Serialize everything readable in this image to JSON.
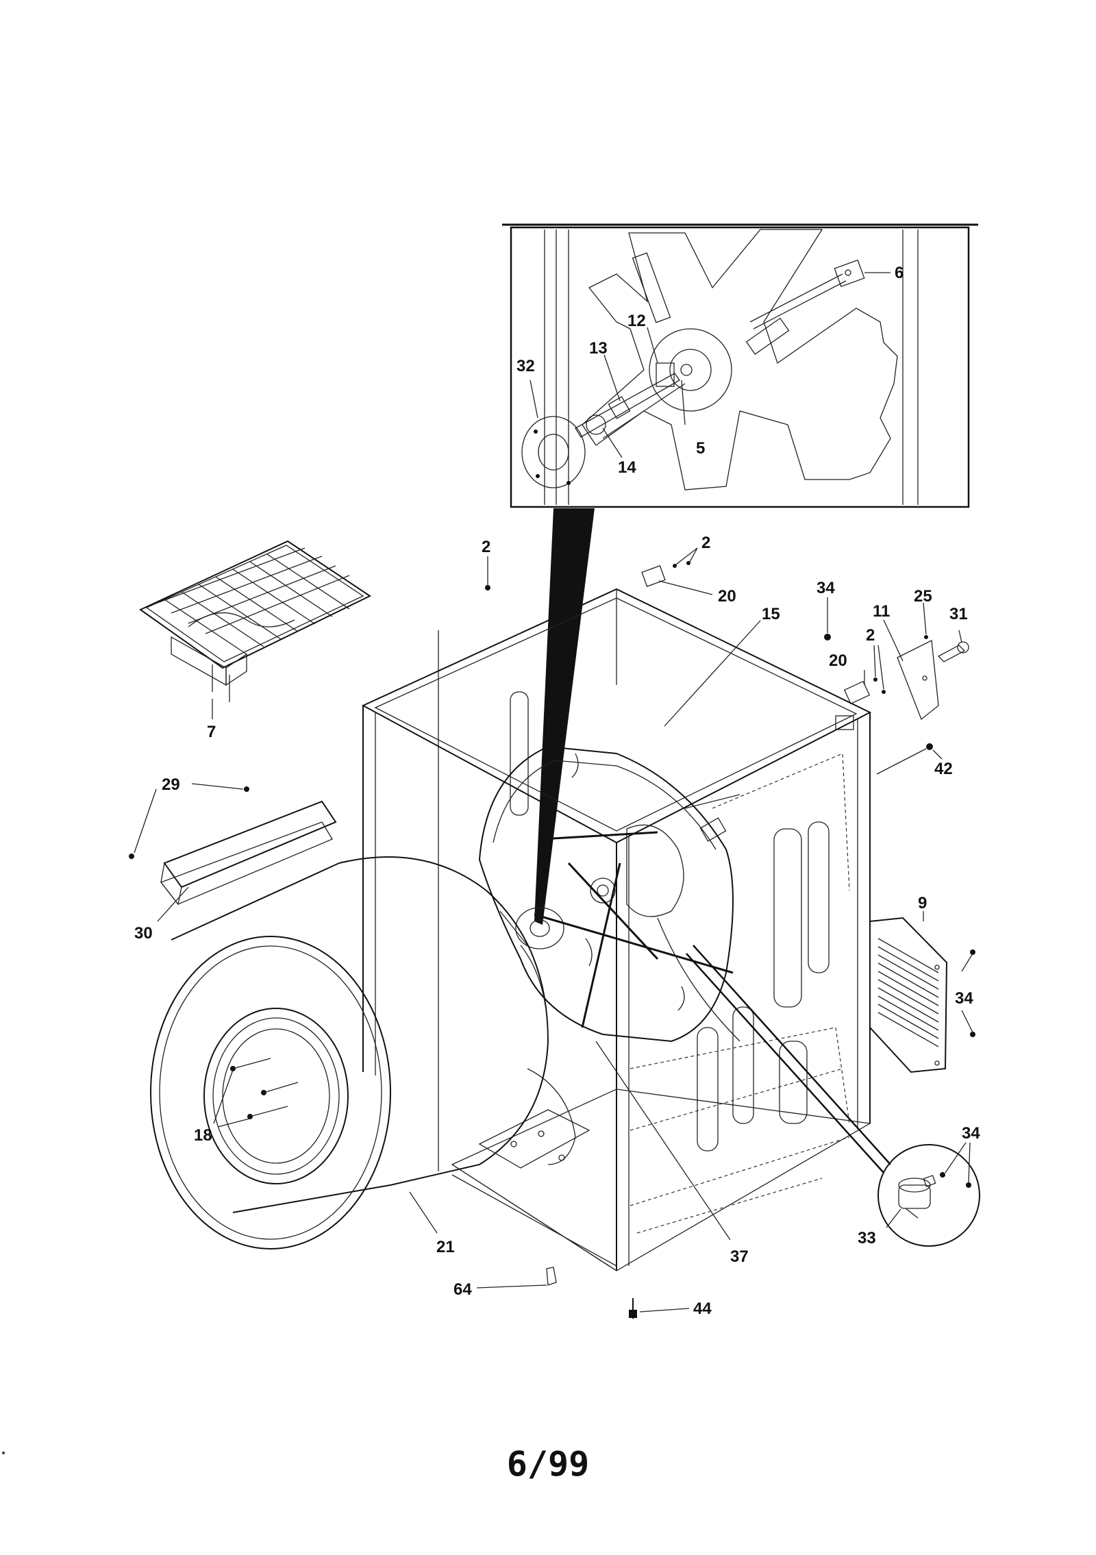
{
  "diagram": {
    "callouts": {
      "c2_top": "2",
      "c2_pair": "2",
      "c2_right": "2",
      "c5": "5",
      "c6": "6",
      "c7": "7",
      "c9": "9",
      "c11": "11",
      "c12": "12",
      "c13": "13",
      "c14": "14",
      "c15": "15",
      "c18": "18",
      "c20_top": "20",
      "c20_right": "20",
      "c21": "21",
      "c25": "25",
      "c29": "29",
      "c30": "30",
      "c31": "31",
      "c32": "32",
      "c33": "33",
      "c34_top": "34",
      "c34_side": "34",
      "c34_low": "34",
      "c37": "37",
      "c42": "42",
      "c44": "44",
      "c64": "64"
    }
  },
  "footer": {
    "page_number": "6/99"
  }
}
